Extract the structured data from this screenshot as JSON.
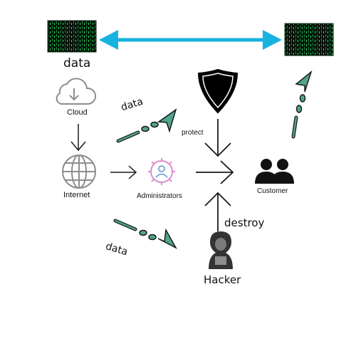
{
  "labels": {
    "data_top": "data",
    "cloud": "Cloud",
    "internet": "Internet",
    "administrators": "Administrators",
    "protect": "protect",
    "customer": "Customer",
    "destroy": "destroy",
    "hacker": "Hacker",
    "data_mid": "data",
    "data_low": "data"
  },
  "icons": {
    "matrix_left": "matrix-code-image",
    "matrix_right": "matrix-code-image",
    "cloud": "cloud-download-icon",
    "globe": "globe-icon",
    "admin": "admin-gear-icon",
    "shield": "shield-icon",
    "customers": "users-icon",
    "hacker": "hacker-icon"
  },
  "colors": {
    "link_arrow": "#18b2e0",
    "dash_arrow": "#4fa58e",
    "gear": "#d98ecf",
    "person": "#6fa6d8",
    "matrix_bg": "#061208",
    "matrix_glyph": "#23c55e"
  }
}
